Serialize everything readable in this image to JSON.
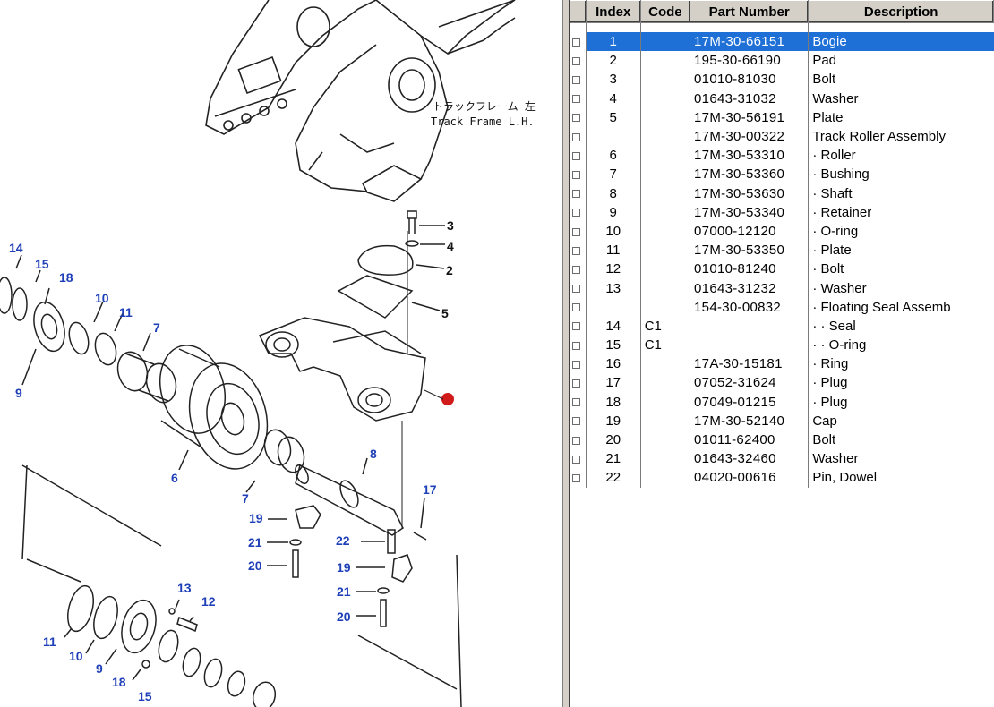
{
  "diagram": {
    "jp_label": "トラックフレーム 左",
    "en_label": "Track Frame L.H.",
    "callouts_main": [
      "3",
      "4",
      "2",
      "5",
      "8",
      "17",
      "19",
      "21",
      "20",
      "22",
      "19",
      "21",
      "20"
    ],
    "callouts_left": [
      "14",
      "15",
      "18",
      "10",
      "11",
      "7",
      "9",
      "6",
      "7",
      "11",
      "10",
      "9",
      "18",
      "15",
      "13",
      "12"
    ],
    "marker_icon": "red-dot-icon"
  },
  "table": {
    "headers": {
      "checkbox": "",
      "index": "Index",
      "code": "Code",
      "part_number": "Part Number",
      "description": "Description"
    },
    "selected_index": 0,
    "rows": [
      {
        "index": "1",
        "code": "",
        "part_number": "17M-30-66151",
        "description": "Bogie"
      },
      {
        "index": "2",
        "code": "",
        "part_number": "195-30-66190",
        "description": "Pad"
      },
      {
        "index": "3",
        "code": "",
        "part_number": "01010-81030",
        "description": "Bolt"
      },
      {
        "index": "4",
        "code": "",
        "part_number": "01643-31032",
        "description": "Washer"
      },
      {
        "index": "5",
        "code": "",
        "part_number": "17M-30-56191",
        "description": "Plate"
      },
      {
        "index": "",
        "code": "",
        "part_number": "17M-30-00322",
        "description": "Track Roller Assembly"
      },
      {
        "index": "6",
        "code": "",
        "part_number": "17M-30-53310",
        "description": "· Roller"
      },
      {
        "index": "7",
        "code": "",
        "part_number": "17M-30-53360",
        "description": "· Bushing"
      },
      {
        "index": "8",
        "code": "",
        "part_number": "17M-30-53630",
        "description": "· Shaft"
      },
      {
        "index": "9",
        "code": "",
        "part_number": "17M-30-53340",
        "description": "· Retainer"
      },
      {
        "index": "10",
        "code": "",
        "part_number": "07000-12120",
        "description": "· O-ring"
      },
      {
        "index": "11",
        "code": "",
        "part_number": "17M-30-53350",
        "description": "· Plate"
      },
      {
        "index": "12",
        "code": "",
        "part_number": "01010-81240",
        "description": "· Bolt"
      },
      {
        "index": "13",
        "code": "",
        "part_number": "01643-31232",
        "description": "· Washer"
      },
      {
        "index": "",
        "code": "",
        "part_number": "154-30-00832",
        "description": "· Floating Seal Assemb"
      },
      {
        "index": "14",
        "code": "C1",
        "part_number": "",
        "description": "· · Seal"
      },
      {
        "index": "15",
        "code": "C1",
        "part_number": "",
        "description": "· · O-ring"
      },
      {
        "index": "16",
        "code": "",
        "part_number": "17A-30-15181",
        "description": "· Ring"
      },
      {
        "index": "17",
        "code": "",
        "part_number": "07052-31624",
        "description": "· Plug"
      },
      {
        "index": "18",
        "code": "",
        "part_number": "07049-01215",
        "description": "· Plug"
      },
      {
        "index": "19",
        "code": "",
        "part_number": "17M-30-52140",
        "description": "Cap"
      },
      {
        "index": "20",
        "code": "",
        "part_number": "01011-62400",
        "description": "Bolt"
      },
      {
        "index": "21",
        "code": "",
        "part_number": "01643-32460",
        "description": "Washer"
      },
      {
        "index": "22",
        "code": "",
        "part_number": "04020-00616",
        "description": "Pin, Dowel"
      }
    ]
  },
  "colors": {
    "selection": "#1e6fd6",
    "callout_blue": "#1f3fb8",
    "marker_red": "#d11a1a"
  }
}
